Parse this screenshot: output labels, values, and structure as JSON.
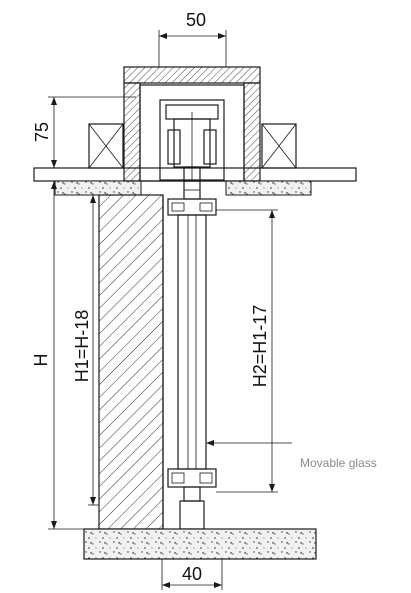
{
  "dimensions": {
    "top_width": "50",
    "header_depth": "75",
    "total_height": "H",
    "h1": "H1=H-18",
    "h2": "H2=H1-17",
    "bottom_width": "40"
  },
  "callout": {
    "label": "Movable glass"
  },
  "colors": {
    "line": "#1a1a1a",
    "note": "#8a8a8a",
    "concrete_fill": "#f1f1f1"
  }
}
